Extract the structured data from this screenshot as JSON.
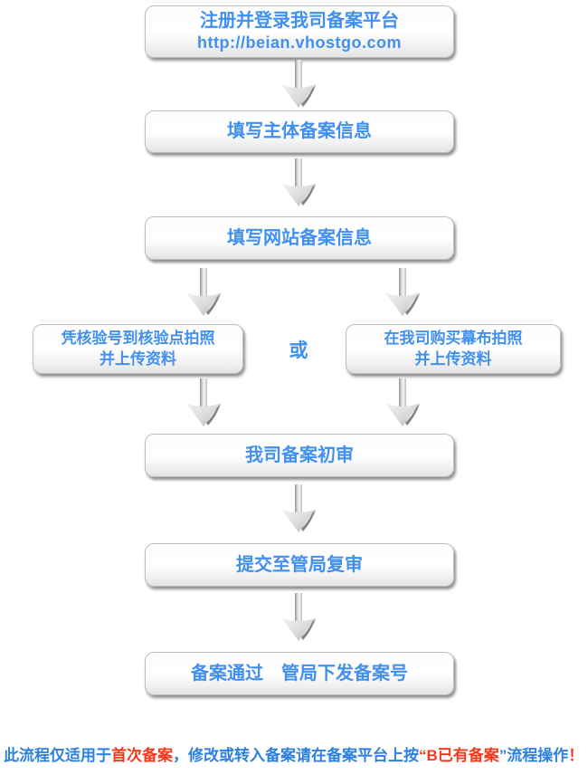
{
  "page": {
    "background": "#ffffff"
  },
  "colors": {
    "box_text": "#4190F0",
    "footer_blue": "#2E80DF",
    "footer_red": "#F5391C"
  },
  "flow": {
    "step1": {
      "line1": "注册并登录我司备案平台",
      "line2": "http://beian.vhostgo.com"
    },
    "step2": {
      "label": "填写主体备案信息"
    },
    "step3": {
      "label": "填写网站备案信息"
    },
    "branch_left": {
      "line1": "凭核验号到核验点拍照",
      "line2": "并上传资料"
    },
    "or_label": "或",
    "branch_right": {
      "line1": "在我司购买幕布拍照",
      "line2": "并上传资料"
    },
    "step4": {
      "label": "我司备案初审"
    },
    "step5": {
      "label": "提交至管局复审"
    },
    "step6": {
      "label": "备案通过　管局下发备案号"
    }
  },
  "icons": {
    "down_arrow": "down-arrow"
  },
  "footer": {
    "segments": [
      {
        "text": "此流程仅适用于",
        "color": "#2E80DF"
      },
      {
        "text": "首次备案",
        "color": "#F5391C"
      },
      {
        "text": "，修改或转入备案请在备案平台上按",
        "color": "#2E80DF"
      },
      {
        "text": "“B已有备案",
        "color": "#F5391C"
      },
      {
        "text": "”流程操作",
        "color": "#2E80DF"
      },
      {
        "text": "！",
        "color": "#F5391C"
      }
    ]
  }
}
